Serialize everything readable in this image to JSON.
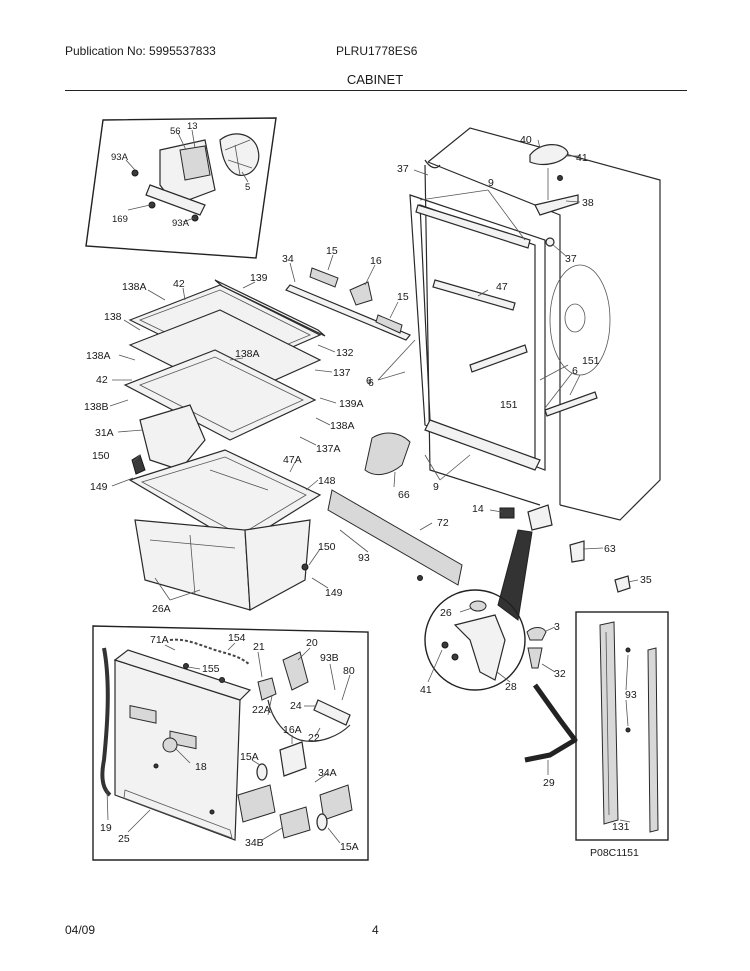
{
  "header": {
    "publication": "Publication No: 5995537833",
    "model": "PLRU1778ES6",
    "section": "CABINET"
  },
  "footer": {
    "date": "04/09",
    "page": "4"
  },
  "figure_code": "P08C1151",
  "callouts": {
    "inset_fan": [
      "56",
      "13",
      "93A",
      "5",
      "169",
      "93A"
    ],
    "cabinet": [
      "40",
      "41",
      "37",
      "9",
      "38",
      "37",
      "47",
      "6",
      "151",
      "151",
      "6",
      "9",
      "14",
      "63",
      "35"
    ],
    "shelves": [
      "138A",
      "42",
      "139",
      "34",
      "15",
      "16",
      "15",
      "138",
      "132",
      "138A",
      "138A",
      "137",
      "42",
      "6",
      "138B",
      "139A",
      "138A",
      "31A",
      "137A",
      "150",
      "47A",
      "149",
      "148",
      "66",
      "72",
      "93",
      "150",
      "149",
      "26A"
    ],
    "hinge": [
      "26",
      "3",
      "32",
      "41",
      "28",
      "29"
    ],
    "panel": [
      "71A",
      "154",
      "21",
      "20",
      "155",
      "93B",
      "80",
      "24",
      "22A",
      "22",
      "18",
      "15A",
      "16A",
      "34A",
      "19",
      "25",
      "34B",
      "15A"
    ],
    "rail": [
      "93",
      "131"
    ]
  }
}
